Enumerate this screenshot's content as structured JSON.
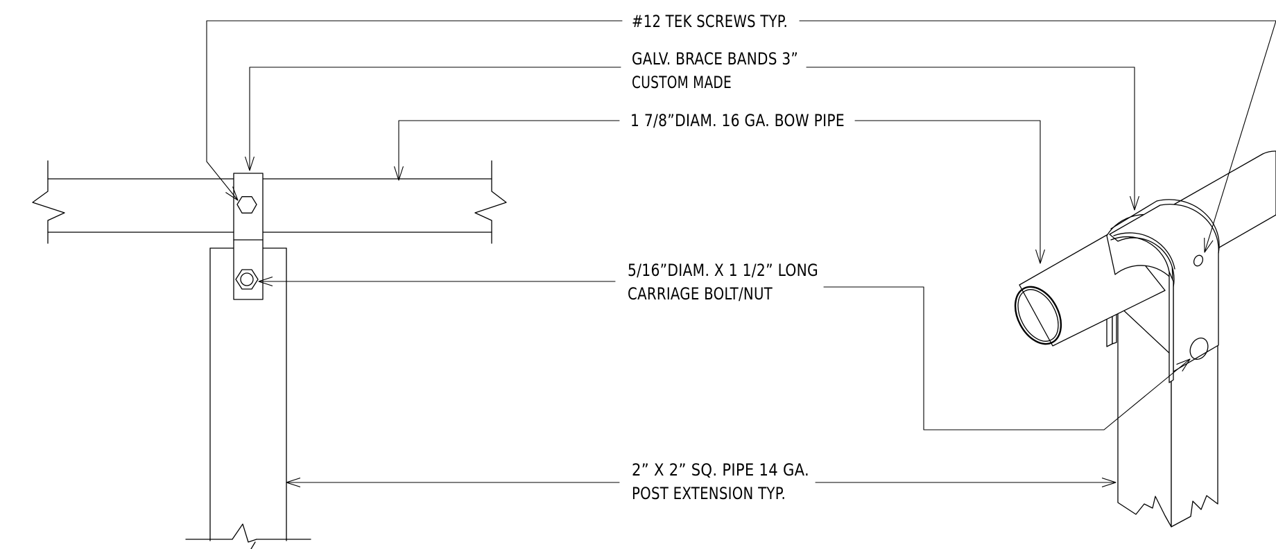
{
  "labels": {
    "tek_screws": "#12 TEK SCREWS TYP.",
    "brace_bands_line1": "GALV. BRACE BANDS 3”",
    "brace_bands_line2": "CUSTOM MADE",
    "bow_pipe": "1 7/8”DIAM. 16 GA. BOW PIPE",
    "carriage_bolt_line1": "5/16”DIAM. X 1 1/2” LONG",
    "carriage_bolt_line2": "CARRIAGE BOLT/NUT",
    "sq_pipe_line1": "2” X 2” SQ. PIPE 14 GA.",
    "sq_pipe_line2": "POST EXTENSION TYP."
  }
}
